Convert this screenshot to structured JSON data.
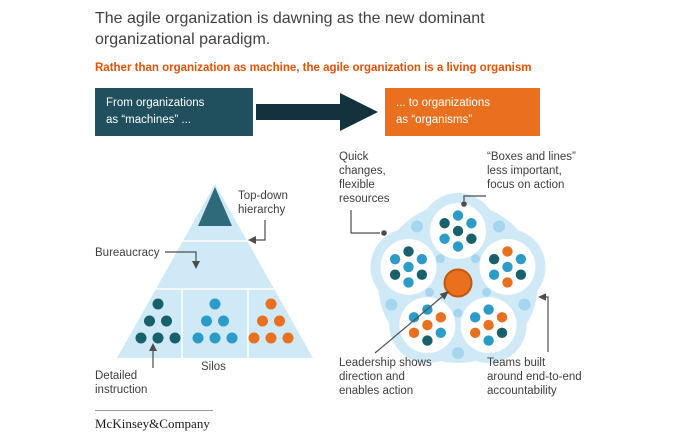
{
  "title": "The agile organization is dawning as the new dominant\norganizational paradigm.",
  "subtitle": "Rather than organization as machine, the agile organization is a living organism",
  "flow": {
    "from_label": "From organizations\nas “machines” ...",
    "to_label": "... to organizations\nas “organisms”"
  },
  "machine": {
    "labels": {
      "top_down": "Top-down\nhierarchy",
      "bureaucracy": "Bureaucracy",
      "silos": "Silos",
      "detailed_instruction": "Detailed\ninstruction"
    },
    "dot_groups": [
      "teal",
      "blue",
      "orange"
    ]
  },
  "organism": {
    "labels": {
      "quick_changes": "Quick\nchanges,\nflexible\nresources",
      "boxes_lines": "“Boxes and lines”\nless important,\nfocus on action",
      "leadership": "Leadership shows\ndirection and\nenables action",
      "teams": "Teams built\naround end-to-end\naccountability"
    },
    "clusters": [
      {
        "position": "top",
        "dots": [
          "teal",
          "blue",
          "blue",
          "teal",
          "blue",
          "blue",
          "teal"
        ]
      },
      {
        "position": "upper_right",
        "dots": [
          "blue",
          "orange",
          "blue",
          "teal",
          "orange",
          "blue",
          "teal"
        ]
      },
      {
        "position": "lower_right",
        "dots": [
          "orange",
          "blue",
          "orange",
          "teal",
          "blue",
          "orange",
          "blue"
        ]
      },
      {
        "position": "lower_left",
        "dots": [
          "orange",
          "blue",
          "orange",
          "blue",
          "teal",
          "orange",
          "blue"
        ]
      },
      {
        "position": "upper_left",
        "dots": [
          "blue",
          "teal",
          "blue",
          "teal",
          "blue",
          "teal",
          "blue"
        ]
      }
    ],
    "center": {
      "meaning": "leadership",
      "color": "orange"
    }
  },
  "footer": {
    "brand": "McKinsey&Company"
  },
  "colors": {
    "dark_navy": "#204f5e",
    "arrow": "#14323e",
    "orange": "#e8701f",
    "subtitle": "#e05206",
    "light_blue": "#cfe9f6",
    "accent_blue": "#a5d6ef",
    "blue": "#2d9bc8",
    "teal": "#18606c",
    "apex": "#2e6b7a",
    "text": "#3d3d3d"
  }
}
